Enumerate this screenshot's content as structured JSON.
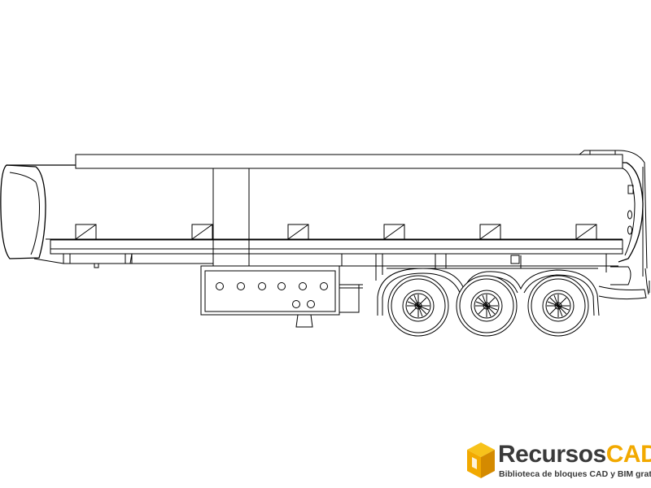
{
  "drawing": {
    "subject": "tanker-semi-trailer-side-elevation",
    "line_color": "#000000",
    "background_color": "#ffffff"
  },
  "logo": {
    "brand_part1": "Recursos",
    "brand_part2": "CAD",
    "tagline": "Biblioteca de bloques CAD y BIM gratuita",
    "color_dark": "#3a3a3a",
    "color_accent": "#f2a900",
    "icon": "cube-icon"
  }
}
